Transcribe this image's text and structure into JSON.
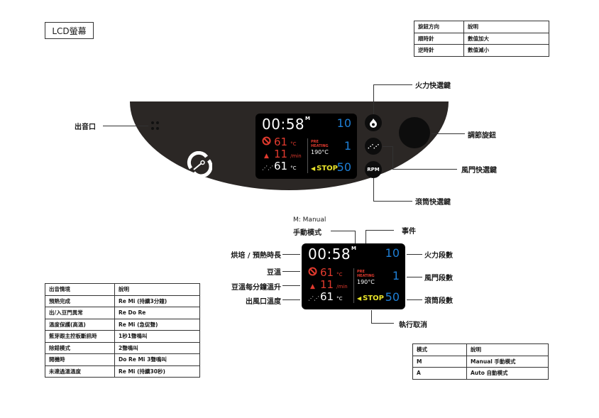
{
  "title": "LCD螢幕",
  "knob_table": {
    "headers": [
      "旋鈕方向",
      "說明"
    ],
    "rows": [
      [
        "順時針",
        "數值加大"
      ],
      [
        "逆時針",
        "數值減小"
      ]
    ]
  },
  "sound_table": {
    "headers": [
      "出音情境",
      "說明"
    ],
    "rows": [
      [
        "預熱完成",
        "Re Mi (持續3分鐘)"
      ],
      [
        "出/入豆門異常",
        "Re Do Re"
      ],
      [
        "溫度保護(高溫)",
        "Re Mi (急促聲)"
      ],
      [
        "藍芽跟主控板斷訊時",
        "1秒1聲鳴叫"
      ],
      [
        "除錯模式",
        "2聲鳴叫"
      ],
      [
        "開機時",
        "Do Re Mi 3聲鳴叫"
      ],
      [
        "未達過溫溫度",
        "Re Mi (持續30秒)"
      ]
    ]
  },
  "mode_table": {
    "headers": [
      "模式",
      "說明"
    ],
    "rows": [
      [
        "M",
        "Manual 手動模式"
      ],
      [
        "A",
        "Auto 自動模式"
      ]
    ]
  },
  "screen": {
    "time": "00:58",
    "mode": "M",
    "fire_level": "10",
    "air_level": "1",
    "drum_level": "50",
    "bean_temp": "61",
    "bean_temp_unit": "°C",
    "ror": "11",
    "ror_unit": "/min",
    "exhaust_temp": "61",
    "exhaust_temp_unit": "°C",
    "pre_label_1": "PRE",
    "pre_label_2": "HEATING",
    "pre_temp": "190°C",
    "stop_label": "STOP"
  },
  "buttons": {
    "rpm_label": "RPM"
  },
  "colors": {
    "panel": "#2b2725",
    "value_blue": "#1e7fd6",
    "alert_red": "#e23a2e",
    "stop_yellow": "#e8e32a"
  },
  "callouts_top": {
    "speaker": "出音口",
    "fire_button": "火力快選鍵",
    "knob": "調節旋鈕",
    "air_button": "風門快選鍵",
    "drum_button": "滾筒快選鍵"
  },
  "callouts_bottom": {
    "mode_line1": "M: Manual",
    "mode_line2": "手動模式",
    "event": "事件",
    "time": "烘培 / 預熱時長",
    "bean_temp": "豆溫",
    "ror": "豆溫每分鐘溫升",
    "exhaust": "出風口溫度",
    "fire": "火力段數",
    "air": "風門段數",
    "drum": "滾筒段數",
    "cancel": "執行取消"
  }
}
